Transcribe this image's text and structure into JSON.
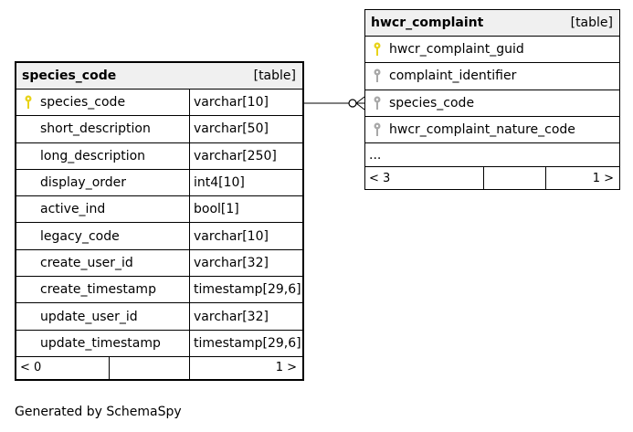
{
  "species_table": {
    "name": "species_code",
    "tag": "[table]",
    "columns": [
      {
        "name": "species_code",
        "type": "varchar[10]",
        "key": "primary"
      },
      {
        "name": "short_description",
        "type": "varchar[50]",
        "key": ""
      },
      {
        "name": "long_description",
        "type": "varchar[250]",
        "key": ""
      },
      {
        "name": "display_order",
        "type": "int4[10]",
        "key": ""
      },
      {
        "name": "active_ind",
        "type": "bool[1]",
        "key": ""
      },
      {
        "name": "legacy_code",
        "type": "varchar[10]",
        "key": ""
      },
      {
        "name": "create_user_id",
        "type": "varchar[32]",
        "key": ""
      },
      {
        "name": "create_timestamp",
        "type": "timestamp[29,6]",
        "key": ""
      },
      {
        "name": "update_user_id",
        "type": "varchar[32]",
        "key": ""
      },
      {
        "name": "update_timestamp",
        "type": "timestamp[29,6]",
        "key": ""
      }
    ],
    "footer_left": "< 0",
    "footer_right": "1 >"
  },
  "hwcr_table": {
    "name": "hwcr_complaint",
    "tag": "[table]",
    "columns": [
      {
        "name": "hwcr_complaint_guid",
        "key": "primary"
      },
      {
        "name": "complaint_identifier",
        "key": "foreign"
      },
      {
        "name": "species_code",
        "key": "foreign"
      },
      {
        "name": "hwcr_complaint_nature_code",
        "key": "foreign"
      }
    ],
    "more": "...",
    "footer_left": "< 3",
    "footer_right": "1 >"
  },
  "colors": {
    "primary_key": "#e8d31a",
    "foreign_key": "#a8a8a8",
    "header_bg": "#f0f0f0"
  },
  "footer": "Generated by SchemaSpy"
}
